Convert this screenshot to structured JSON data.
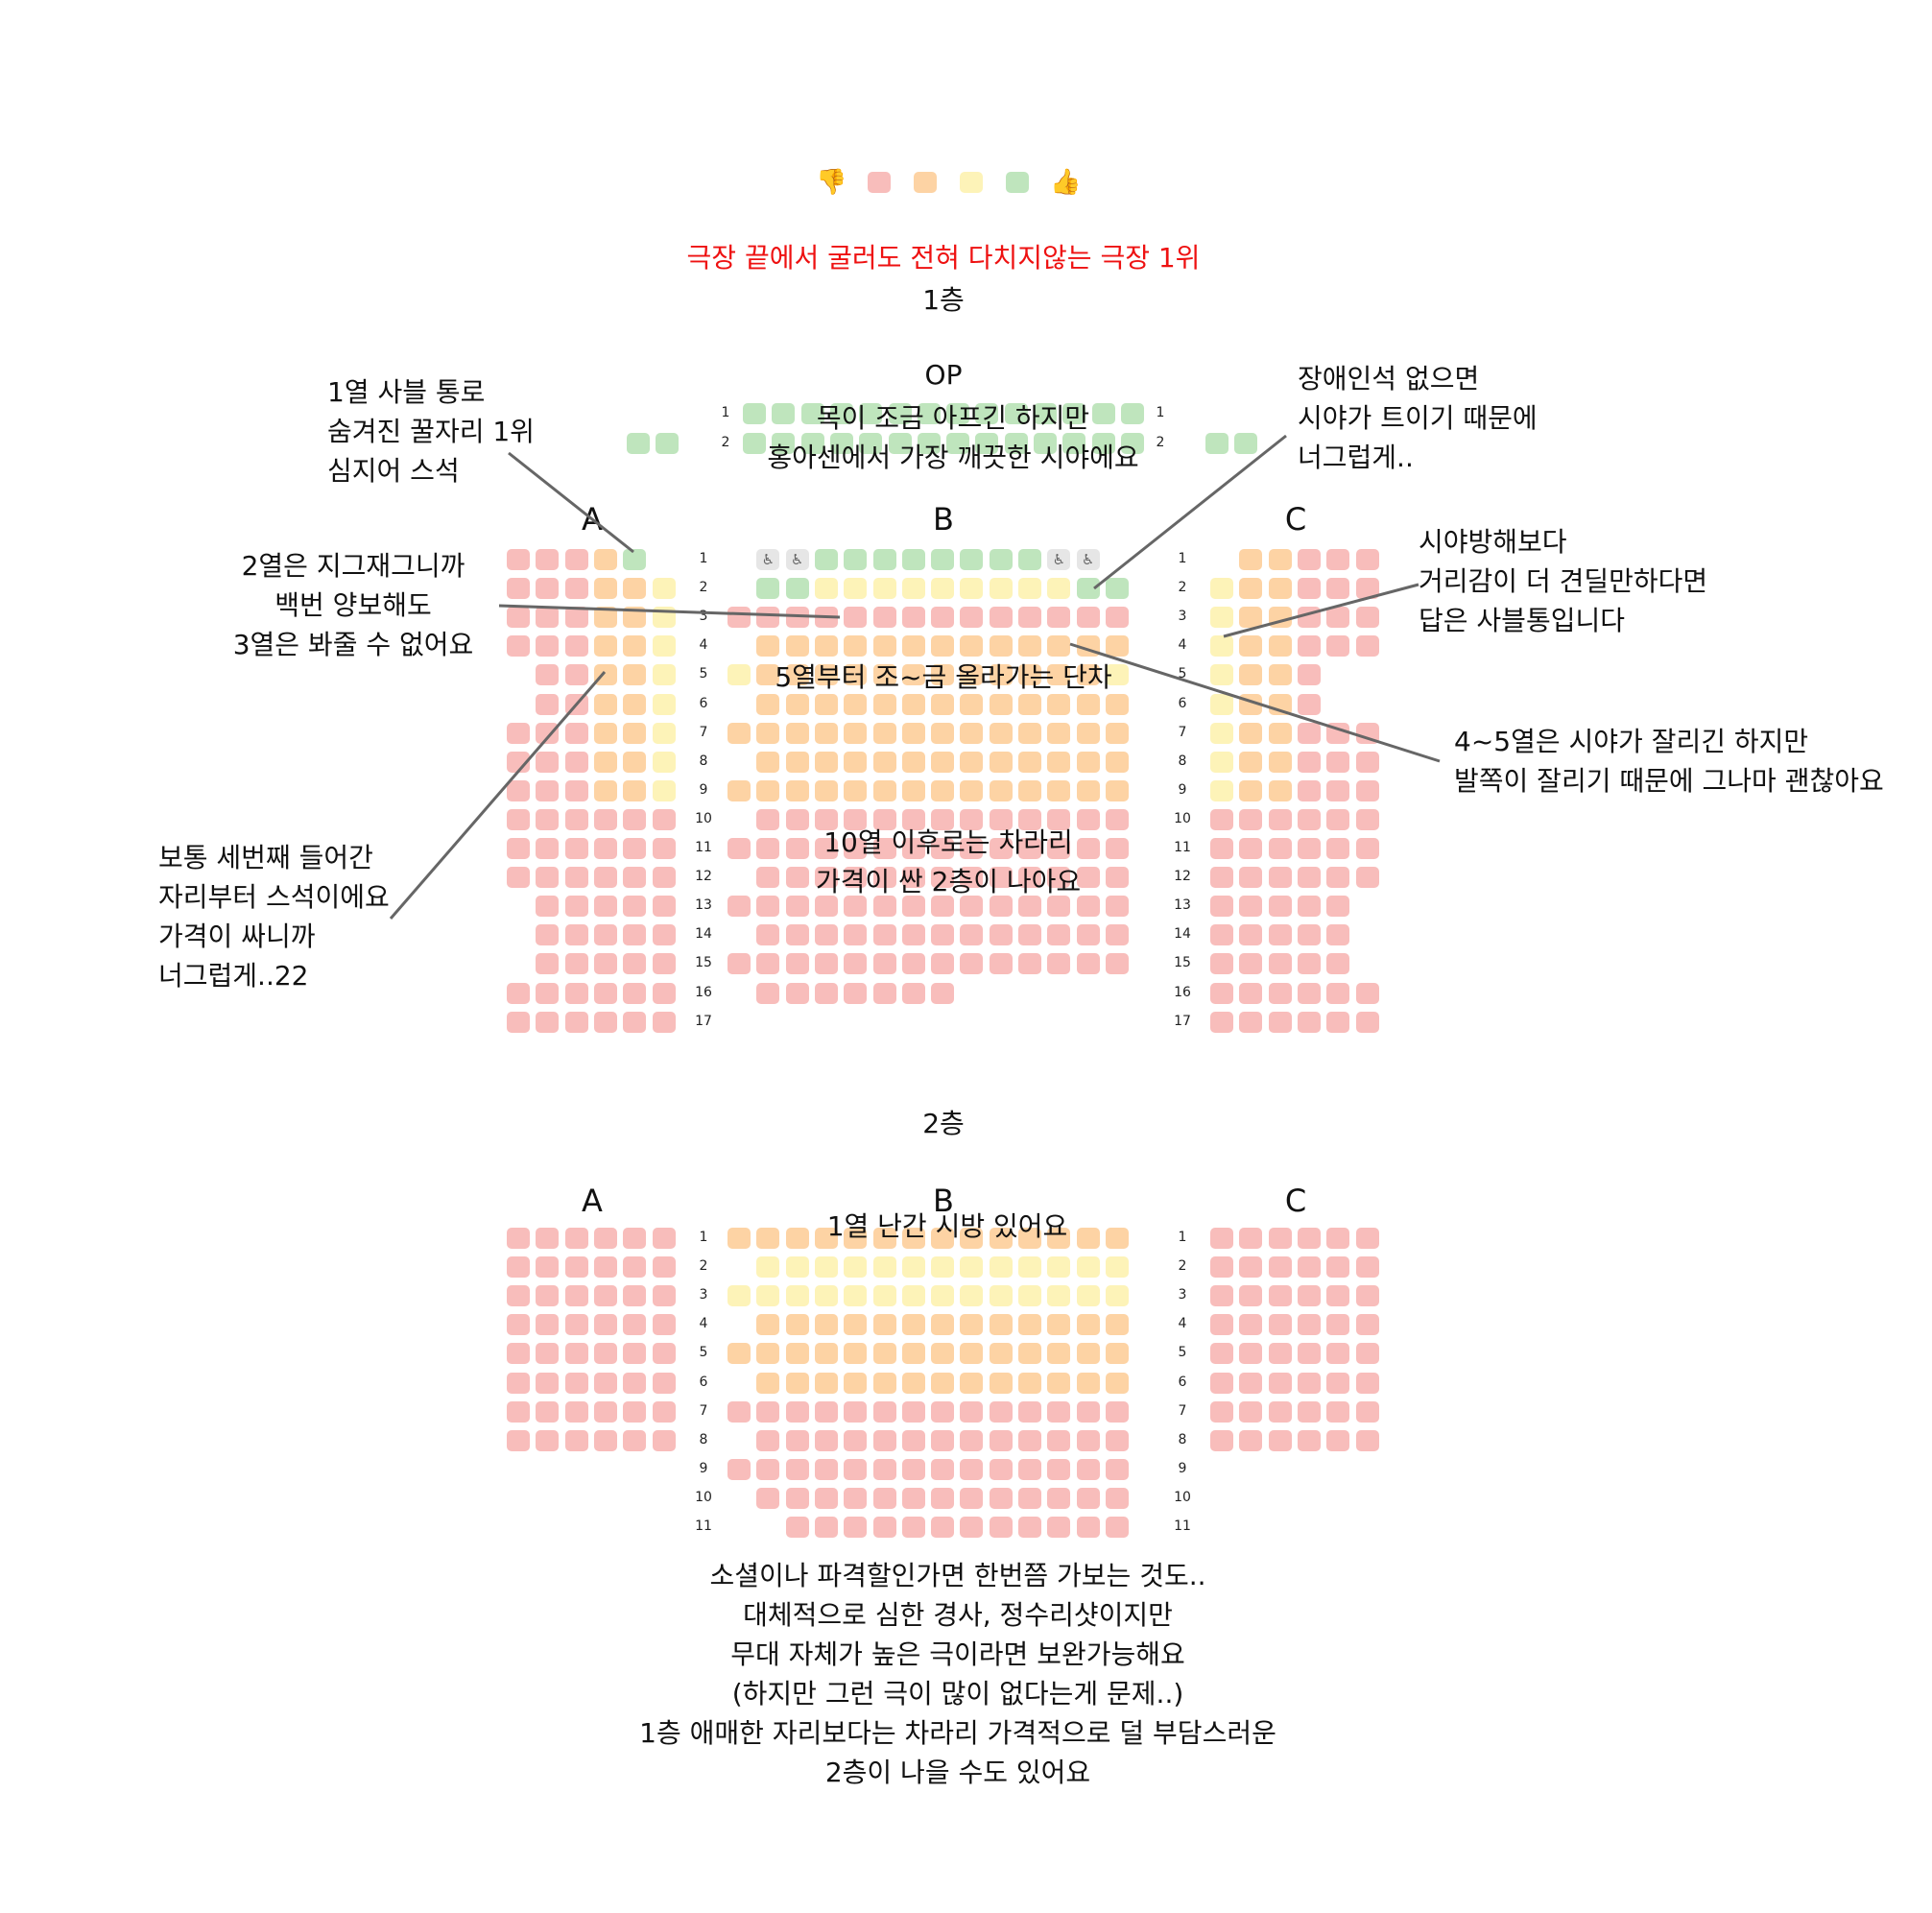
{
  "legend": {
    "left_icon": "thumbs-down-icon",
    "right_icon": "thumbs-up-icon",
    "colors": [
      "#f8bdbb",
      "#fdd3a4",
      "#fdf3b8",
      "#bfe5bd"
    ]
  },
  "colors": {
    "red": "#f8bdbb",
    "orange": "#fdd3a4",
    "yellow": "#fdf3b8",
    "green": "#bfe5bd",
    "wheelchair": "#e6e6e6",
    "title_red": "#ee1111"
  },
  "header": {
    "title": "극장 끝에서 굴러도 전혀 다치지않는 극장 1위",
    "floor1": "1층",
    "floor2": "2층",
    "op": "OP"
  },
  "sections": {
    "a": "A",
    "b": "B",
    "c": "C"
  },
  "notes": {
    "op_note": [
      "목이 조금 아프긴 하지만",
      "홍아센에서 가장 깨끗한 시야에요"
    ],
    "left_top": [
      "1열 사블 통로",
      "숨겨진 꿀자리 1위",
      "심지어 스석"
    ],
    "left_mid": [
      "2열은 지그재그니까",
      "백번 양보해도",
      "3열은 봐줄 수 없어요"
    ],
    "left_bottom": [
      "보통 세번째 들어간",
      "자리부터 스석이에요",
      "가격이 싸니까",
      "너그럽게..22"
    ],
    "right_top": [
      "장애인석 없으면",
      "시야가 트이기 때문에",
      "너그럽게.."
    ],
    "right_mid": [
      "시야방해보다",
      "거리감이 더 견딜만하다면",
      "답은 사블통입니다"
    ],
    "right_low": [
      "4~5열은 시야가 잘리긴 하지만",
      "발쪽이 잘리기 때문에 그나마 괜찮아요"
    ],
    "row5": "5열부터 조~금 올라가는 단차",
    "row10": [
      "10열 이후로는 차라리",
      "가격이 싼 2층이 나아요"
    ],
    "floor2_row1": "1열 난간 시방 있어요",
    "bottom": [
      "소셜이나 파격할인가면 한번쯤 가보는 것도..",
      "대체적으로 심한 경사, 정수리샷이지만",
      "무대 자체가 높은 극이라면 보완가능해요",
      "(하지만 그런 극이 많이 없다는게 문제..)",
      "1층 애매한 자리보다는 차라리 가격적으로 덜 부담스러운",
      "2층이 나을 수도 있어요"
    ]
  },
  "floor1": {
    "op_rows": [
      {
        "label": "1",
        "left": "",
        "center": "GGGGGGGGGGGGGG",
        "right": ""
      },
      {
        "label": "2",
        "left": "GG",
        "center": "GGGGGGGGGGGGGG",
        "right": "GG"
      }
    ],
    "rows": [
      {
        "label": "1",
        "a": "RRROG.",
        "b": " WWGGGGGGGGWW ",
        "c": ".OORRR"
      },
      {
        "label": "2",
        "a": "RRROOY",
        "b": " GGYYYYYYYYYGG",
        "c": "YOORRR"
      },
      {
        "label": "3",
        "a": "RRROOY",
        "b": "RRRRRRRRRRRRRR",
        "c": "YOORRR"
      },
      {
        "label": "4",
        "a": "RRROOY",
        "b": " OOOOOOOOOOOOO",
        "c": "YOORRR"
      },
      {
        "label": "5",
        "a": ".RROOY",
        "b": "YOOOOOOOOOOOOY",
        "c": "YOOR.."
      },
      {
        "label": "6",
        "a": ".RROOY",
        "b": " OOOOOOOOOOOOO",
        "c": "YOOR.."
      },
      {
        "label": "7",
        "a": "RRROOY",
        "b": "OOOOOOOOOOOOOO",
        "c": "YOORRR"
      },
      {
        "label": "8",
        "a": "RRROOY",
        "b": " OOOOOOOOOOOOO",
        "c": "YOORRR"
      },
      {
        "label": "9",
        "a": "RRROOY",
        "b": "OOOOOOOOOOOOOO",
        "c": "YOORRR"
      },
      {
        "label": "10",
        "a": "RRRRRR",
        "b": " RRRRRRRRRRRRR",
        "c": "RRRRRR"
      },
      {
        "label": "11",
        "a": "RRRRRR",
        "b": "RRRRRRRRRRRRRR",
        "c": "RRRRRR"
      },
      {
        "label": "12",
        "a": "RRRRRR",
        "b": " RRRRRRRRRRRRR",
        "c": "RRRRRR"
      },
      {
        "label": "13",
        "a": ".RRRRR",
        "b": "RRRRRRRRRRRRRR",
        "c": "RRRRR."
      },
      {
        "label": "14",
        "a": ".RRRRR",
        "b": " RRRRRRRRRRRRR",
        "c": "RRRRR."
      },
      {
        "label": "15",
        "a": ".RRRRR",
        "b": "RRRRRRRRRRRRRR",
        "c": "RRRRR."
      },
      {
        "label": "16",
        "a": "RRRRRR",
        "b": " RRRRRRR",
        "c": "RRRRRR"
      },
      {
        "label": "17",
        "a": "RRRRRR",
        "b": "",
        "c": "RRRRRR"
      }
    ]
  },
  "floor2": {
    "rows": [
      {
        "label": "1",
        "a": "RRRRRR",
        "b": "OOOOOOOOOOOOOO",
        "c": "RRRRRR"
      },
      {
        "label": "2",
        "a": "RRRRRR",
        "b": " YYYYYYYYYYYYY",
        "c": "RRRRRR"
      },
      {
        "label": "3",
        "a": "RRRRRR",
        "b": "YYYYYYYYYYYYYY",
        "c": "RRRRRR"
      },
      {
        "label": "4",
        "a": "RRRRRR",
        "b": " OOOOOOOOOOOOO",
        "c": "RRRRRR"
      },
      {
        "label": "5",
        "a": "RRRRRR",
        "b": "OOOOOOOOOOOOOO",
        "c": "RRRRRR"
      },
      {
        "label": "6",
        "a": "RRRRRR",
        "b": " OOOOOOOOOOOOO",
        "c": "RRRRRR"
      },
      {
        "label": "7",
        "a": "RRRRRR",
        "b": "RRRRRRRRRRRRRR",
        "c": "RRRRRR"
      },
      {
        "label": "8",
        "a": "RRRRRR",
        "b": " RRRRRRRRRRRRR",
        "c": "RRRRRR"
      },
      {
        "label": "9",
        "a": "",
        "b": "RRRRRRRRRRRRRR",
        "c": ""
      },
      {
        "label": "10",
        "a": "",
        "b": " RRRRRRRRRRRRR",
        "c": ""
      },
      {
        "label": "11",
        "a": "",
        "b": "  RRRRRRRRRRRR",
        "c": ""
      }
    ]
  },
  "icons": {
    "wheelchair": "wheelchair-icon"
  }
}
